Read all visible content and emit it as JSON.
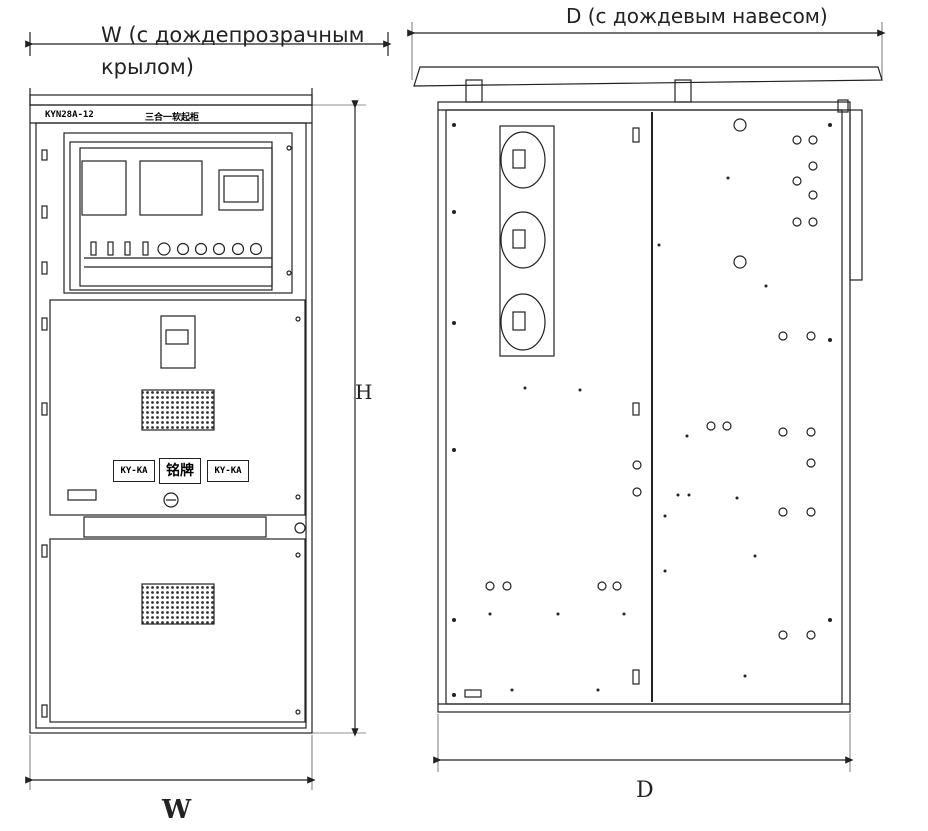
{
  "labels": {
    "width_top_line1": "W (с дождепрозрачным",
    "width_top_line2": "крылом)",
    "depth_top": "D (с дождевым навесом)",
    "width_bottom": "W",
    "depth_bottom": "D",
    "height": "H"
  },
  "cabinet": {
    "model": "KYN28A-12",
    "name": "三合一软起柜",
    "nameplate_left": "KY-KA",
    "nameplate_center": "铭牌",
    "nameplate_right": "KY-KA"
  },
  "colors": {
    "line": "#222222",
    "mesh": "#333333"
  }
}
